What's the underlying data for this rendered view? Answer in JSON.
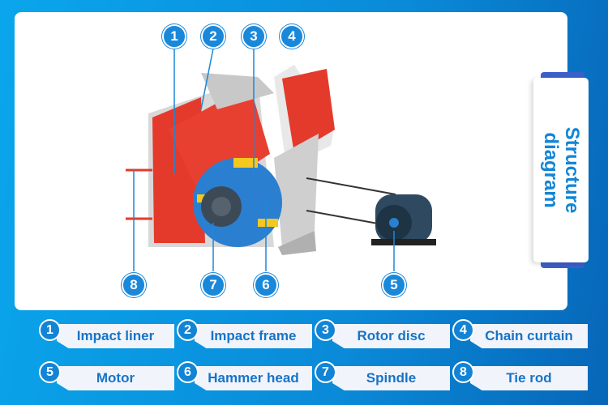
{
  "title": "Structure\ndiagram",
  "callouts": [
    "1",
    "2",
    "3",
    "4",
    "5",
    "6",
    "7",
    "8"
  ],
  "legend": [
    {
      "num": "1",
      "label": "Impact liner"
    },
    {
      "num": "2",
      "label": "Impact frame"
    },
    {
      "num": "3",
      "label": "Rotor disc"
    },
    {
      "num": "4",
      "label": "Chain curtain"
    },
    {
      "num": "5",
      "label": "Motor"
    },
    {
      "num": "6",
      "label": "Hammer head"
    },
    {
      "num": "7",
      "label": "Spindle"
    },
    {
      "num": "8",
      "label": "Tie rod"
    }
  ],
  "colors": {
    "accent": "#1284d6",
    "crusher_body": "#e43a2c",
    "rotor": "#2a7fd0",
    "motor": "#2f4a60"
  }
}
